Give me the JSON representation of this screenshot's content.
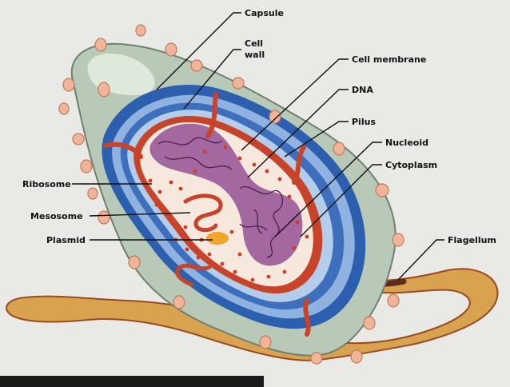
{
  "labels": {
    "capsule": "Capsule",
    "cell_wall_line1": "Cell",
    "cell_wall_line2": "wall",
    "cell_membrane": "Cell membrane",
    "dna": "DNA",
    "pilus": "Pilus",
    "nucleoid": "Nucleoid",
    "cytoplasm": "Cytoplasm",
    "ribosome": "Ribosome",
    "mesosome": "Mesosome",
    "plasmid": "Plasmid",
    "flagellum": "Flagellum"
  },
  "colors": {
    "background": "#e9e9e6",
    "capsule": "#b9c9b8",
    "cell_wall_dark": "#2c5fae",
    "cell_wall_light": "#8fb2e0",
    "membrane": "#c7432a",
    "cytoplasm": "#f6e8dc",
    "nucleoid": "#9a5a98",
    "ribosome": "#d23a2a",
    "plasmid": "#f1a52a",
    "flagellum": "#d08a3a",
    "pili": "#f0b498"
  }
}
